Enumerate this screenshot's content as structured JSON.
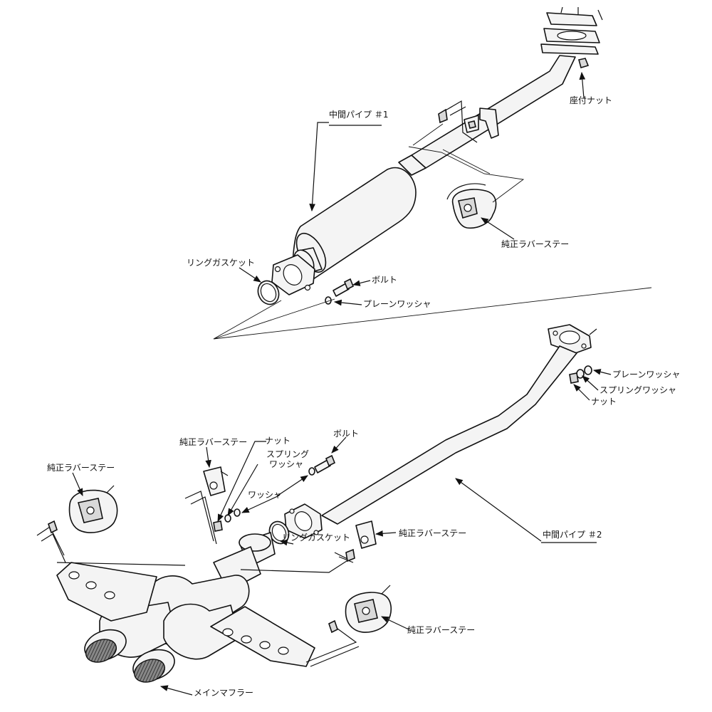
{
  "labels": {
    "nut_top": "座付ナット",
    "mid_pipe_1": "中間パイプ ＃1",
    "rubber_stay_top": "純正ラバーステー",
    "ring_gasket_top": "リングガスケット",
    "bolt_top": "ボルト",
    "plain_washer_top": "プレーンワッシャ",
    "plain_washer_right": "プレーンワッシャ",
    "spring_washer_right": "スプリングワッシャ",
    "nut_right": "ナット",
    "rubber_stay_left": "純正ラバーステー",
    "rubber_stay_mid": "純正ラバーステー",
    "nut_mid": "ナット",
    "spring_washer_mid_1": "スプリング",
    "spring_washer_mid_2": "ワッシャ",
    "bolt_mid": "ボルト",
    "washer_mid": "ワッシャ",
    "ring_gasket_mid": "リングガスケット",
    "rubber_stay_right": "純正ラバーステー",
    "mid_pipe_2": "中間パイプ ＃2",
    "rubber_stay_bottom": "純正ラバーステー",
    "main_muffler": "メインマフラー"
  }
}
